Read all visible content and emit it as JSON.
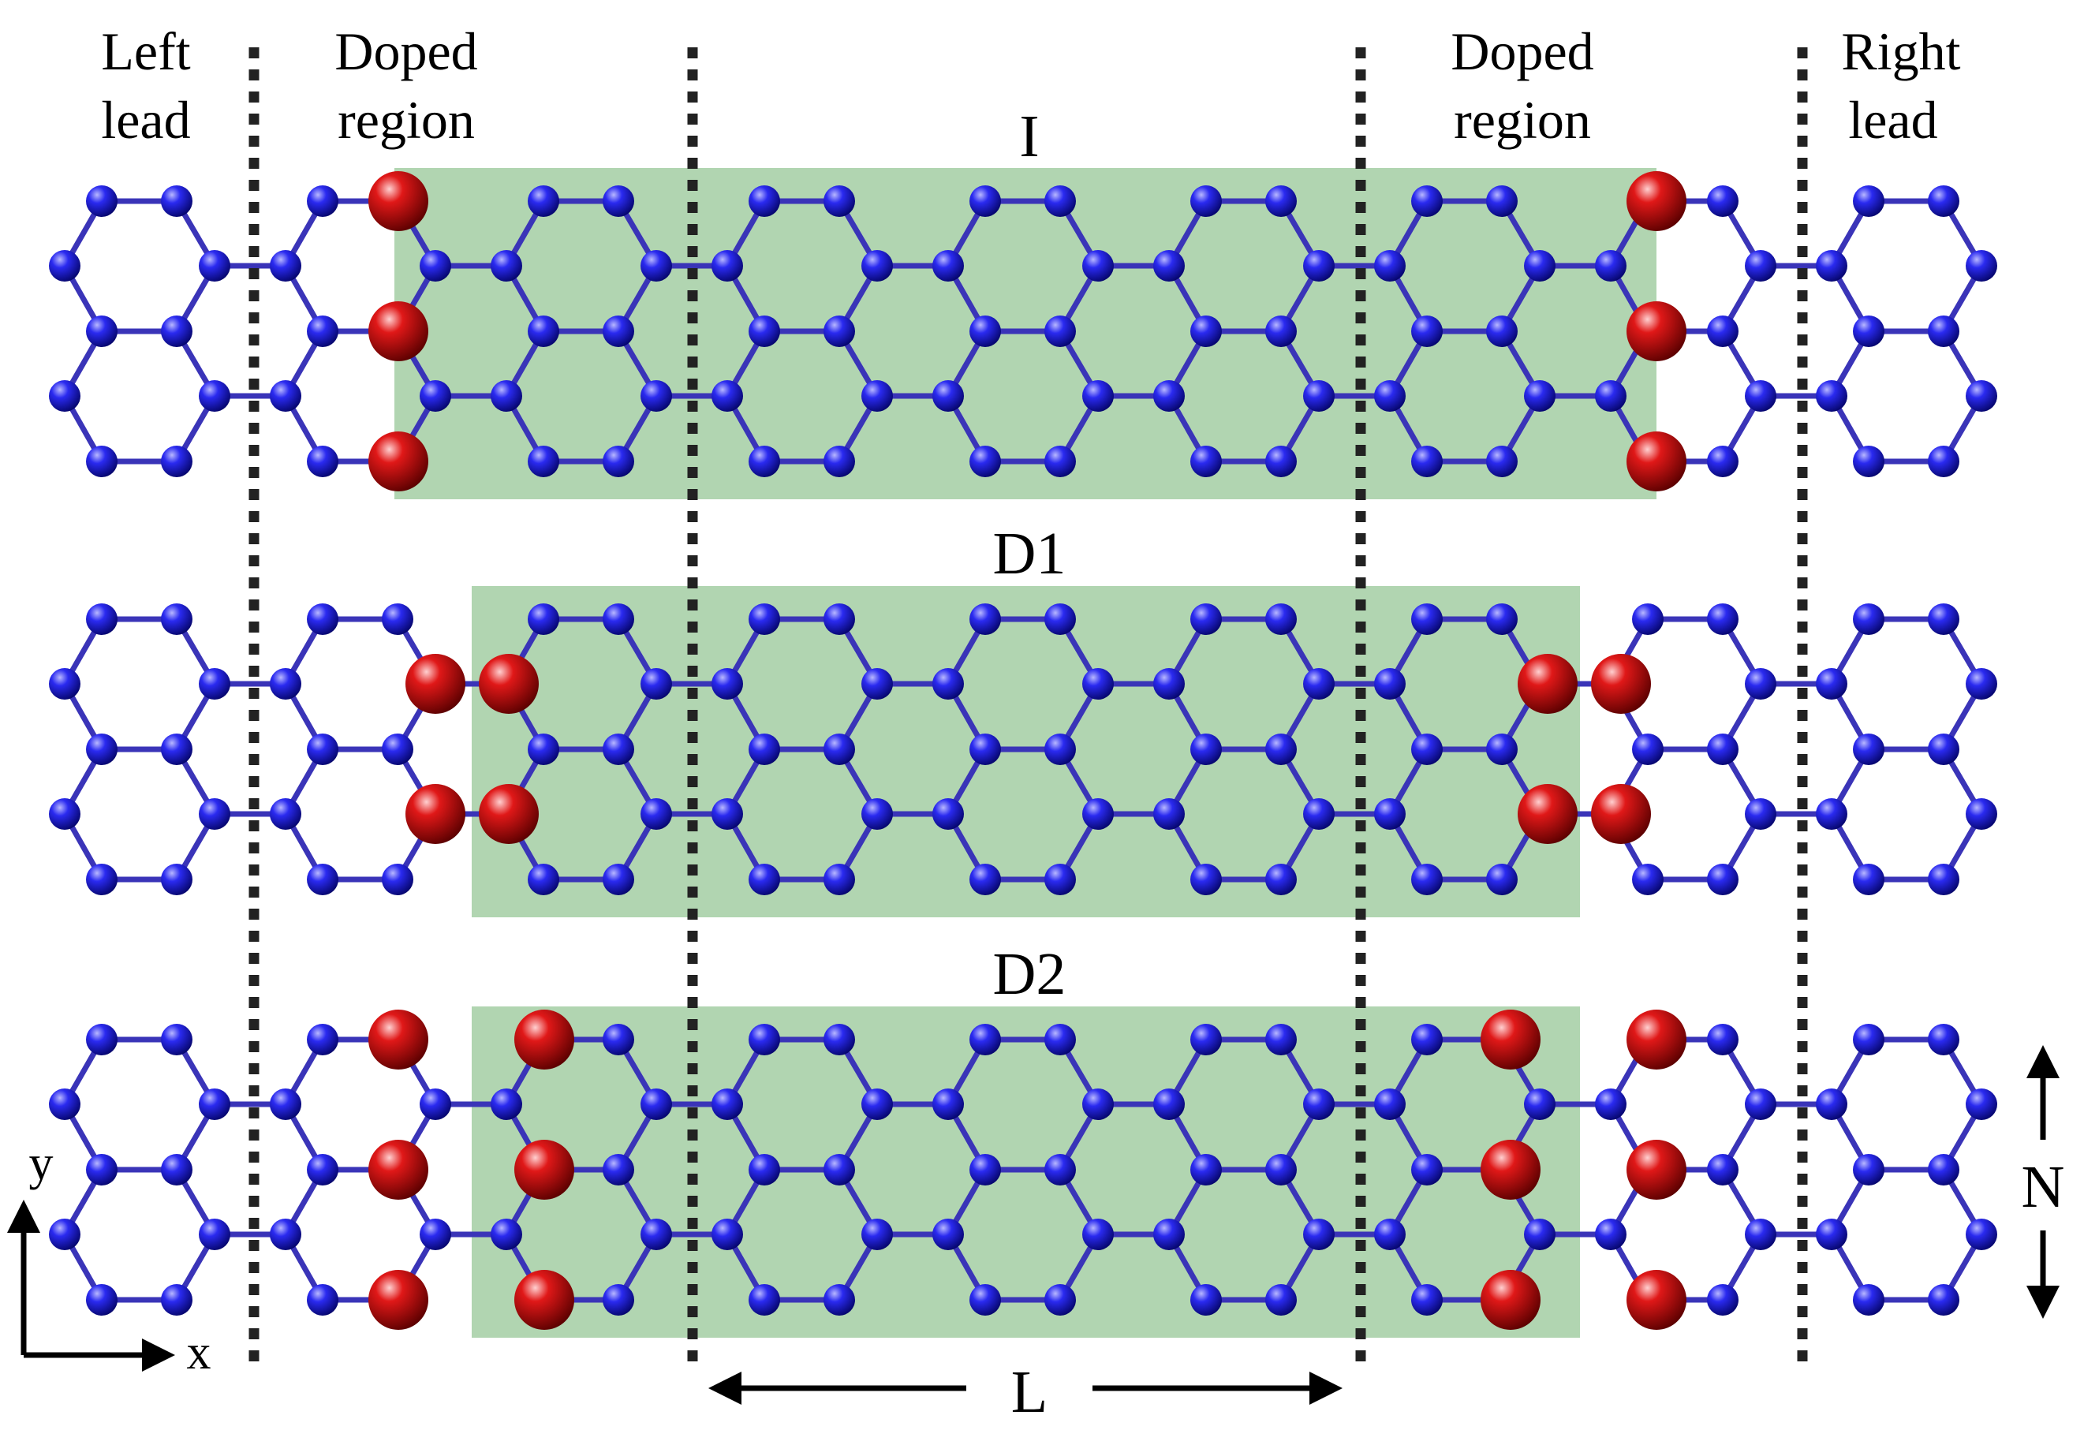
{
  "labels": {
    "left_lead_1": "Left",
    "left_lead_2": "lead",
    "doped_left_1": "Doped",
    "doped_left_2": "region",
    "doped_right_1": "Doped",
    "doped_right_2": "region",
    "right_lead_1": "Right",
    "right_lead_2": "lead"
  },
  "rows": [
    {
      "title": "I"
    },
    {
      "title": "D1"
    },
    {
      "title": "D2"
    }
  ],
  "dimensions": {
    "length": "L",
    "width": "N"
  },
  "axes": {
    "x": "x",
    "y": "y"
  },
  "colors": {
    "carbon": "#1a1ad0",
    "bond": "#3a34b8",
    "dopant": "#c01010",
    "scattering_region": "#a8d0a8",
    "divider": "#222222"
  }
}
